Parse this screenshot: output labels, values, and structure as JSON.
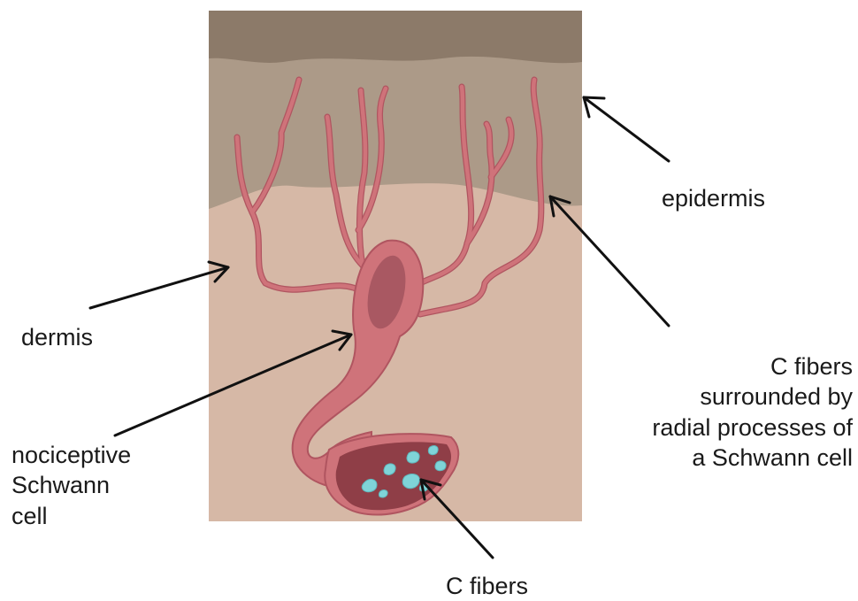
{
  "labels": {
    "epidermis": "epidermis",
    "dermis": "dermis",
    "nociceptive": [
      "nociceptive",
      "Schwann",
      "cell"
    ],
    "c_fibers_radial": [
      "C fibers",
      "surrounded by",
      "radial processes of",
      "a Schwann cell"
    ],
    "c_fibers": "C fibers"
  },
  "colors": {
    "epidermis_top": "#8c7a69",
    "epidermis": "#ac9a88",
    "dermis": "#d6b8a6",
    "cell": "#cf737a",
    "cell_outline": "#b05560",
    "nucleus": "#a95862",
    "fiber_bundle": "#8f3e47",
    "c_fiber": "#7fd4d8",
    "arrow": "#111111"
  }
}
